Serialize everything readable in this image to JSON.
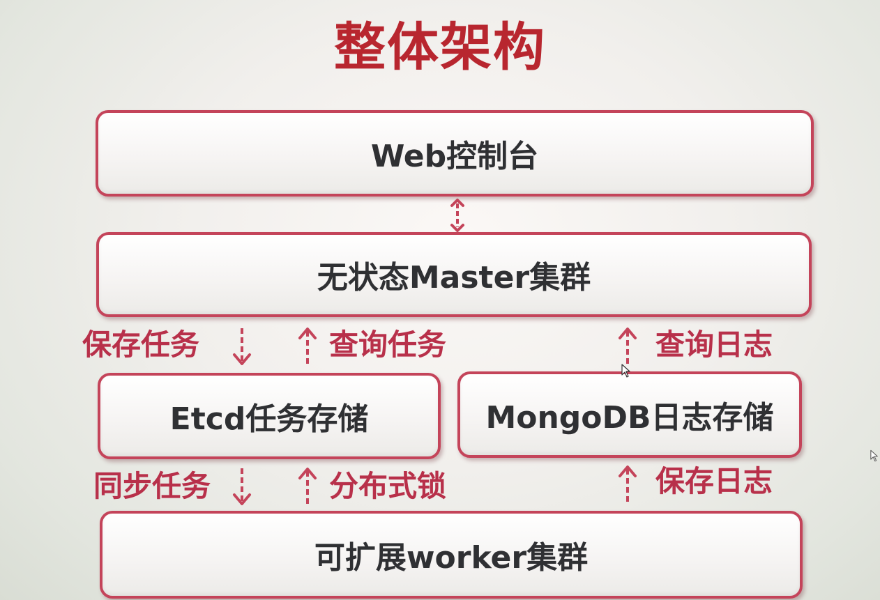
{
  "title": "整体架构",
  "boxes": {
    "web_console": "Web控制台",
    "master_cluster": "无状态Master集群",
    "etcd_storage": "Etcd任务存储",
    "mongodb_storage": "MongoDB日志存储",
    "worker_cluster": "可扩展worker集群"
  },
  "edges": {
    "save_task": "保存任务",
    "query_task": "查询任务",
    "query_log": "查询日志",
    "sync_task": "同步任务",
    "distributed_lock": "分布式锁",
    "save_log": "保存日志"
  },
  "colors": {
    "accent": "#b8262f",
    "border": "#c4445a",
    "text": "#2f3033"
  }
}
